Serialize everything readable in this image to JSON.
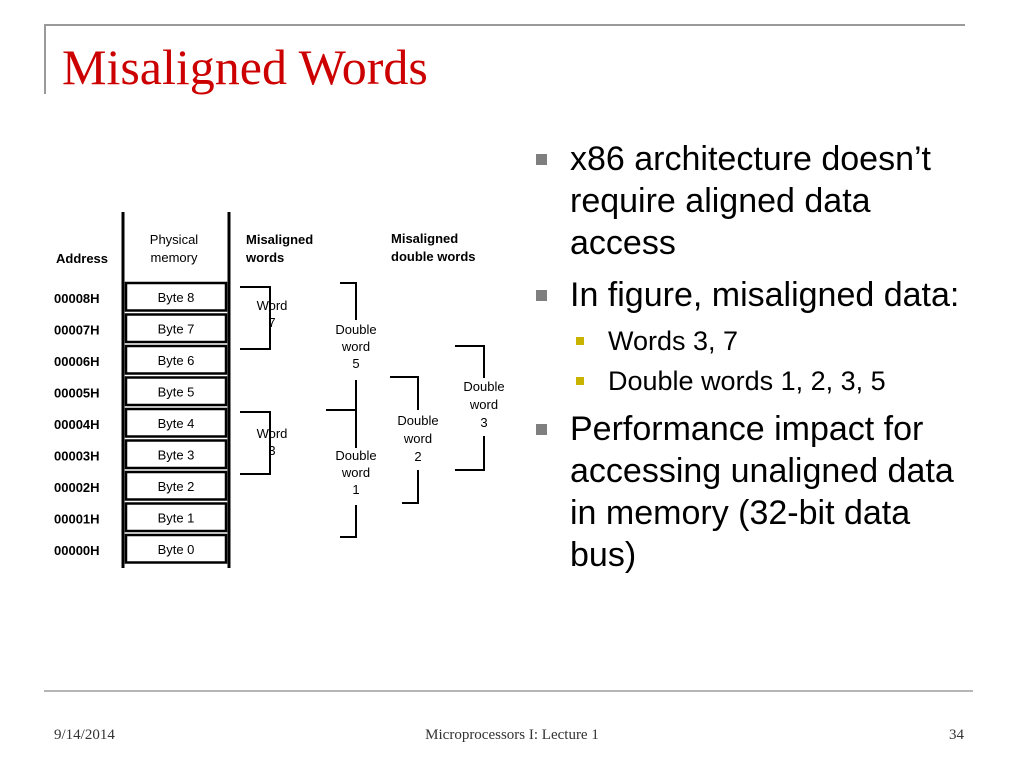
{
  "slide": {
    "title": "Misaligned Words",
    "bullets": [
      {
        "level": 1,
        "text": "x86 architecture doesn’t require aligned data access"
      },
      {
        "level": 1,
        "text": "In figure, misaligned data:"
      },
      {
        "level": 2,
        "text": "Words 3, 7"
      },
      {
        "level": 2,
        "text": "Double words 1, 2, 3, 5"
      },
      {
        "level": 1,
        "text": "Performance impact for accessing unaligned data in memory (32-bit data bus)"
      }
    ]
  },
  "figure": {
    "headers": {
      "address": "Address",
      "physical_line1": "Physical",
      "physical_line2": "memory",
      "words_line1": "Misaligned",
      "words_line2": "words",
      "dwords_line1": "Misaligned",
      "dwords_line2": "double words"
    },
    "addresses": [
      "00008H",
      "00007H",
      "00006H",
      "00005H",
      "00004H",
      "00003H",
      "00002H",
      "00001H",
      "00000H"
    ],
    "bytes": [
      "Byte 8",
      "Byte 7",
      "Byte 6",
      "Byte 5",
      "Byte 4",
      "Byte 3",
      "Byte 2",
      "Byte 1",
      "Byte 0"
    ],
    "brackets": {
      "word7": [
        "Word",
        "7"
      ],
      "word3": [
        "Word",
        "3"
      ],
      "dword5": [
        "Double",
        "word",
        "5"
      ],
      "dword1": [
        "Double",
        "word",
        "1"
      ],
      "dword2": [
        "Double",
        "word",
        "2"
      ],
      "dword3": [
        "Double",
        "word",
        "3"
      ]
    }
  },
  "footer": {
    "date": "9/14/2014",
    "course": "Microprocessors I:  Lecture 1",
    "page": "34"
  },
  "colors": {
    "title": "#cc0000",
    "bullet_level1": "#7f7f7f",
    "bullet_level2": "#c8b400",
    "frame": "#9a9a9a"
  }
}
